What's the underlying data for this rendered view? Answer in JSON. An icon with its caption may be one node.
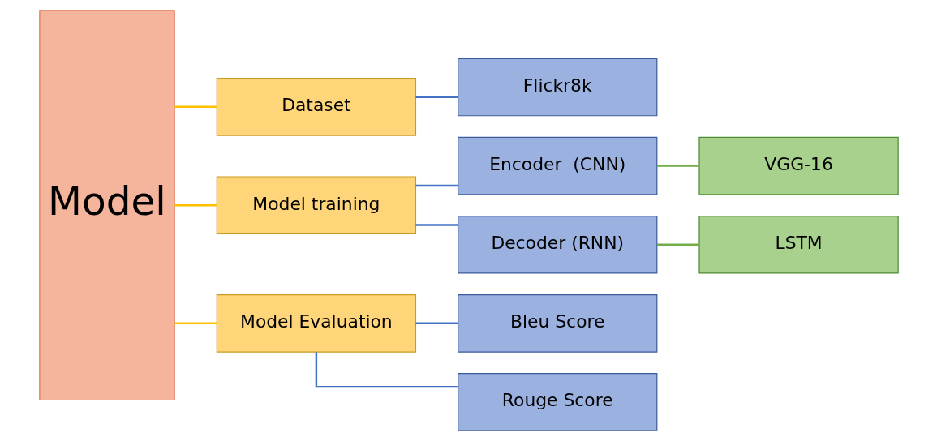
{
  "diagram": {
    "nodes": [
      {
        "text": [
          "Model"
        ]
      },
      {
        "text": [
          "Dataset"
        ]
      },
      {
        "text": [
          "Model training"
        ]
      },
      {
        "text": [
          "Model Evaluation"
        ]
      },
      {
        "text": [
          "Flickr8k"
        ]
      },
      {
        "text": [
          "Encoder  (CNN)"
        ]
      },
      {
        "text": [
          "Decoder (RNN)"
        ]
      },
      {
        "text": [
          "Bleu Score"
        ]
      },
      {
        "text": [
          "Rouge Score"
        ]
      },
      {
        "text": [
          "VGG-16"
        ]
      },
      {
        "text": [
          "LSTM"
        ]
      }
    ],
    "edges": [
      {
        "from": 0,
        "to": 1,
        "arrow": "none",
        "color": "#ffc000"
      },
      {
        "from": 0,
        "to": 2,
        "arrow": "none",
        "color": "#ffc000"
      },
      {
        "from": 0,
        "to": 3,
        "arrow": "none",
        "color": "#ffc000"
      },
      {
        "from": 1,
        "to": 4,
        "arrow": "none"
      },
      {
        "from": 2,
        "to": 5,
        "arrow": "none"
      },
      {
        "from": 2,
        "to": 6,
        "arrow": "none"
      },
      {
        "from": 3,
        "to": 7,
        "arrow": "none"
      },
      {
        "from": 3,
        "to": 8,
        "arrow": "none"
      },
      {
        "from": 5,
        "to": 9,
        "arrow": "none",
        "color": "#70ad47"
      },
      {
        "from": 6,
        "to": 10,
        "arrow": "none",
        "color": "#70ad47"
      }
    ]
  }
}
